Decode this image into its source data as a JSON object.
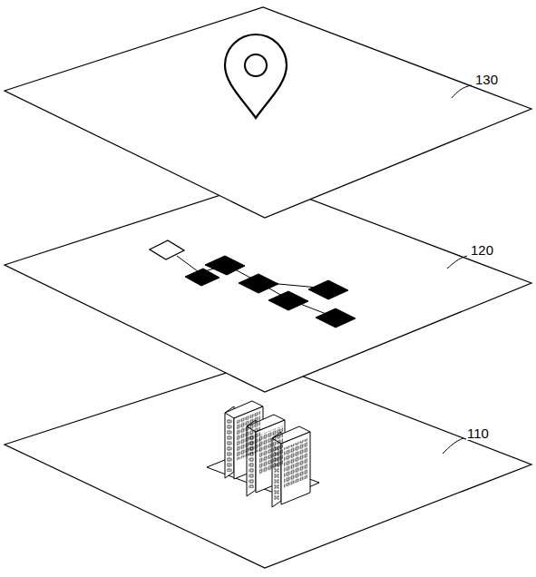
{
  "diagram": {
    "labels": [
      "130",
      "120",
      "110"
    ]
  }
}
